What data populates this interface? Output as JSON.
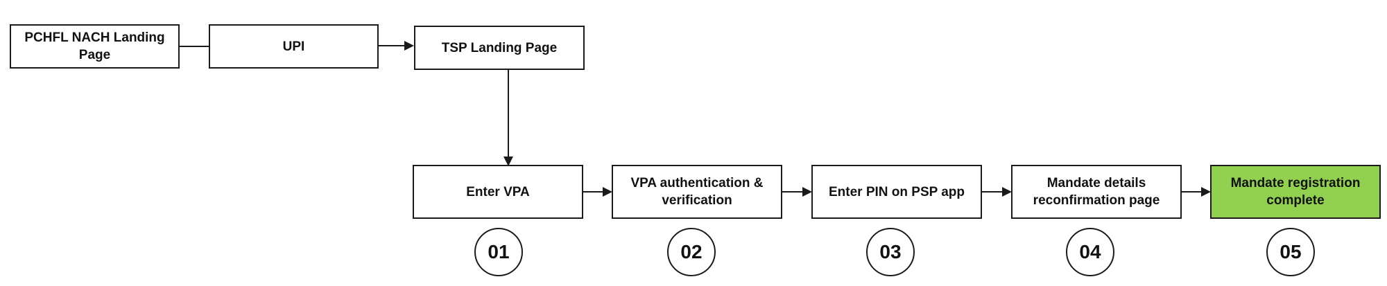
{
  "flow": {
    "top_row": {
      "pchfl_landing": "PCHFL NACH Landing Page",
      "upi": "UPI",
      "tsp_landing": "TSP Landing Page"
    },
    "steps": [
      {
        "label": "Enter VPA",
        "number": "01"
      },
      {
        "label": "VPA authentication & verification",
        "number": "02"
      },
      {
        "label": "Enter PIN on PSP app",
        "number": "03"
      },
      {
        "label": "Mandate details reconfirmation page",
        "number": "04"
      },
      {
        "label": "Mandate registration complete",
        "number": "05"
      }
    ]
  },
  "colors": {
    "complete_fill": "#92d050",
    "line": "#1a1a1a"
  }
}
